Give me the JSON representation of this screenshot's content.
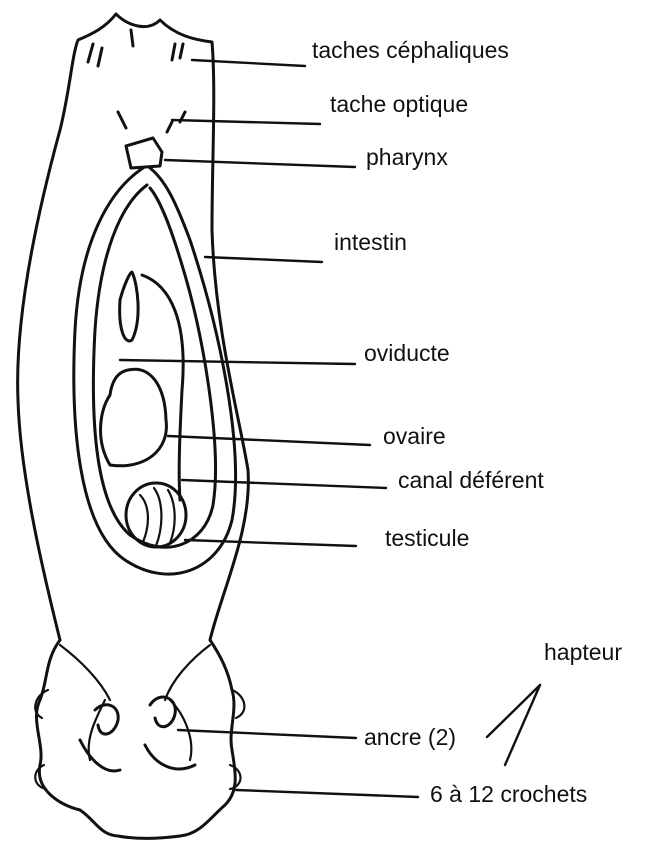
{
  "diagram": {
    "labels": {
      "taches_cephaliques": "taches céphaliques",
      "tache_optique": "tache optique",
      "pharynx": "pharynx",
      "intestin": "intestin",
      "oviducte": "oviducte",
      "ovaire": "ovaire",
      "canal_deferent": "canal déférent",
      "testicule": "testicule",
      "hapteur": "hapteur",
      "ancre": "ancre (2)",
      "crochets": "6 à 12 crochets"
    },
    "colors": {
      "ink": "#111111",
      "background": "#ffffff"
    }
  }
}
